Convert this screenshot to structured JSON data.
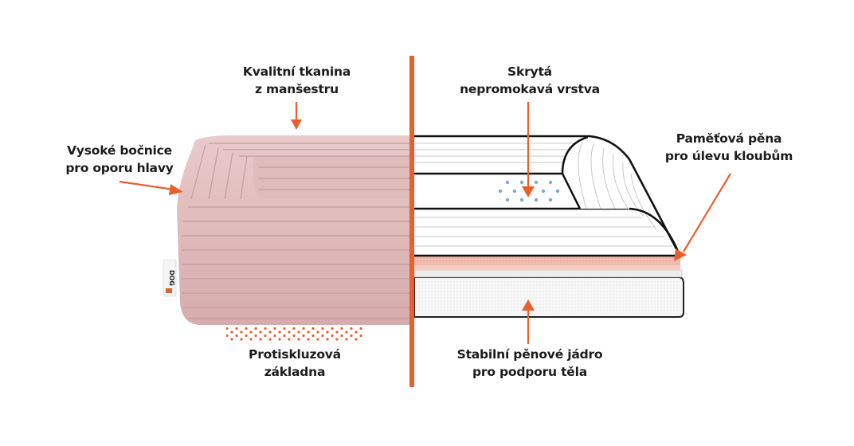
{
  "diagram": {
    "title": "Dog bed cross-section features",
    "accent_color": "#e8612c",
    "fabric_color": "#e3c2c2",
    "drop_color": "#7fa8d8",
    "memory_foam_color": "#f2b5a8",
    "labels": {
      "fabric": {
        "line1": "Kvalitní tkanina",
        "line2": "z manšestru"
      },
      "bolsters": {
        "line1": "Vysoké bočnice",
        "line2": "pro oporu hlavy"
      },
      "non_slip": {
        "line1": "Protiskluzová",
        "line2": "základna"
      },
      "waterproof": {
        "line1": "Skrytá",
        "line2": "nepromokavá vrstva"
      },
      "memory_foam": {
        "line1": "Paměťová pěna",
        "line2": "pro úlevu kloubům"
      },
      "core": {
        "line1": "Stabilní pěnové jádro",
        "line2": "pro podporu těla"
      }
    },
    "tag": {
      "text": "DOG"
    }
  }
}
